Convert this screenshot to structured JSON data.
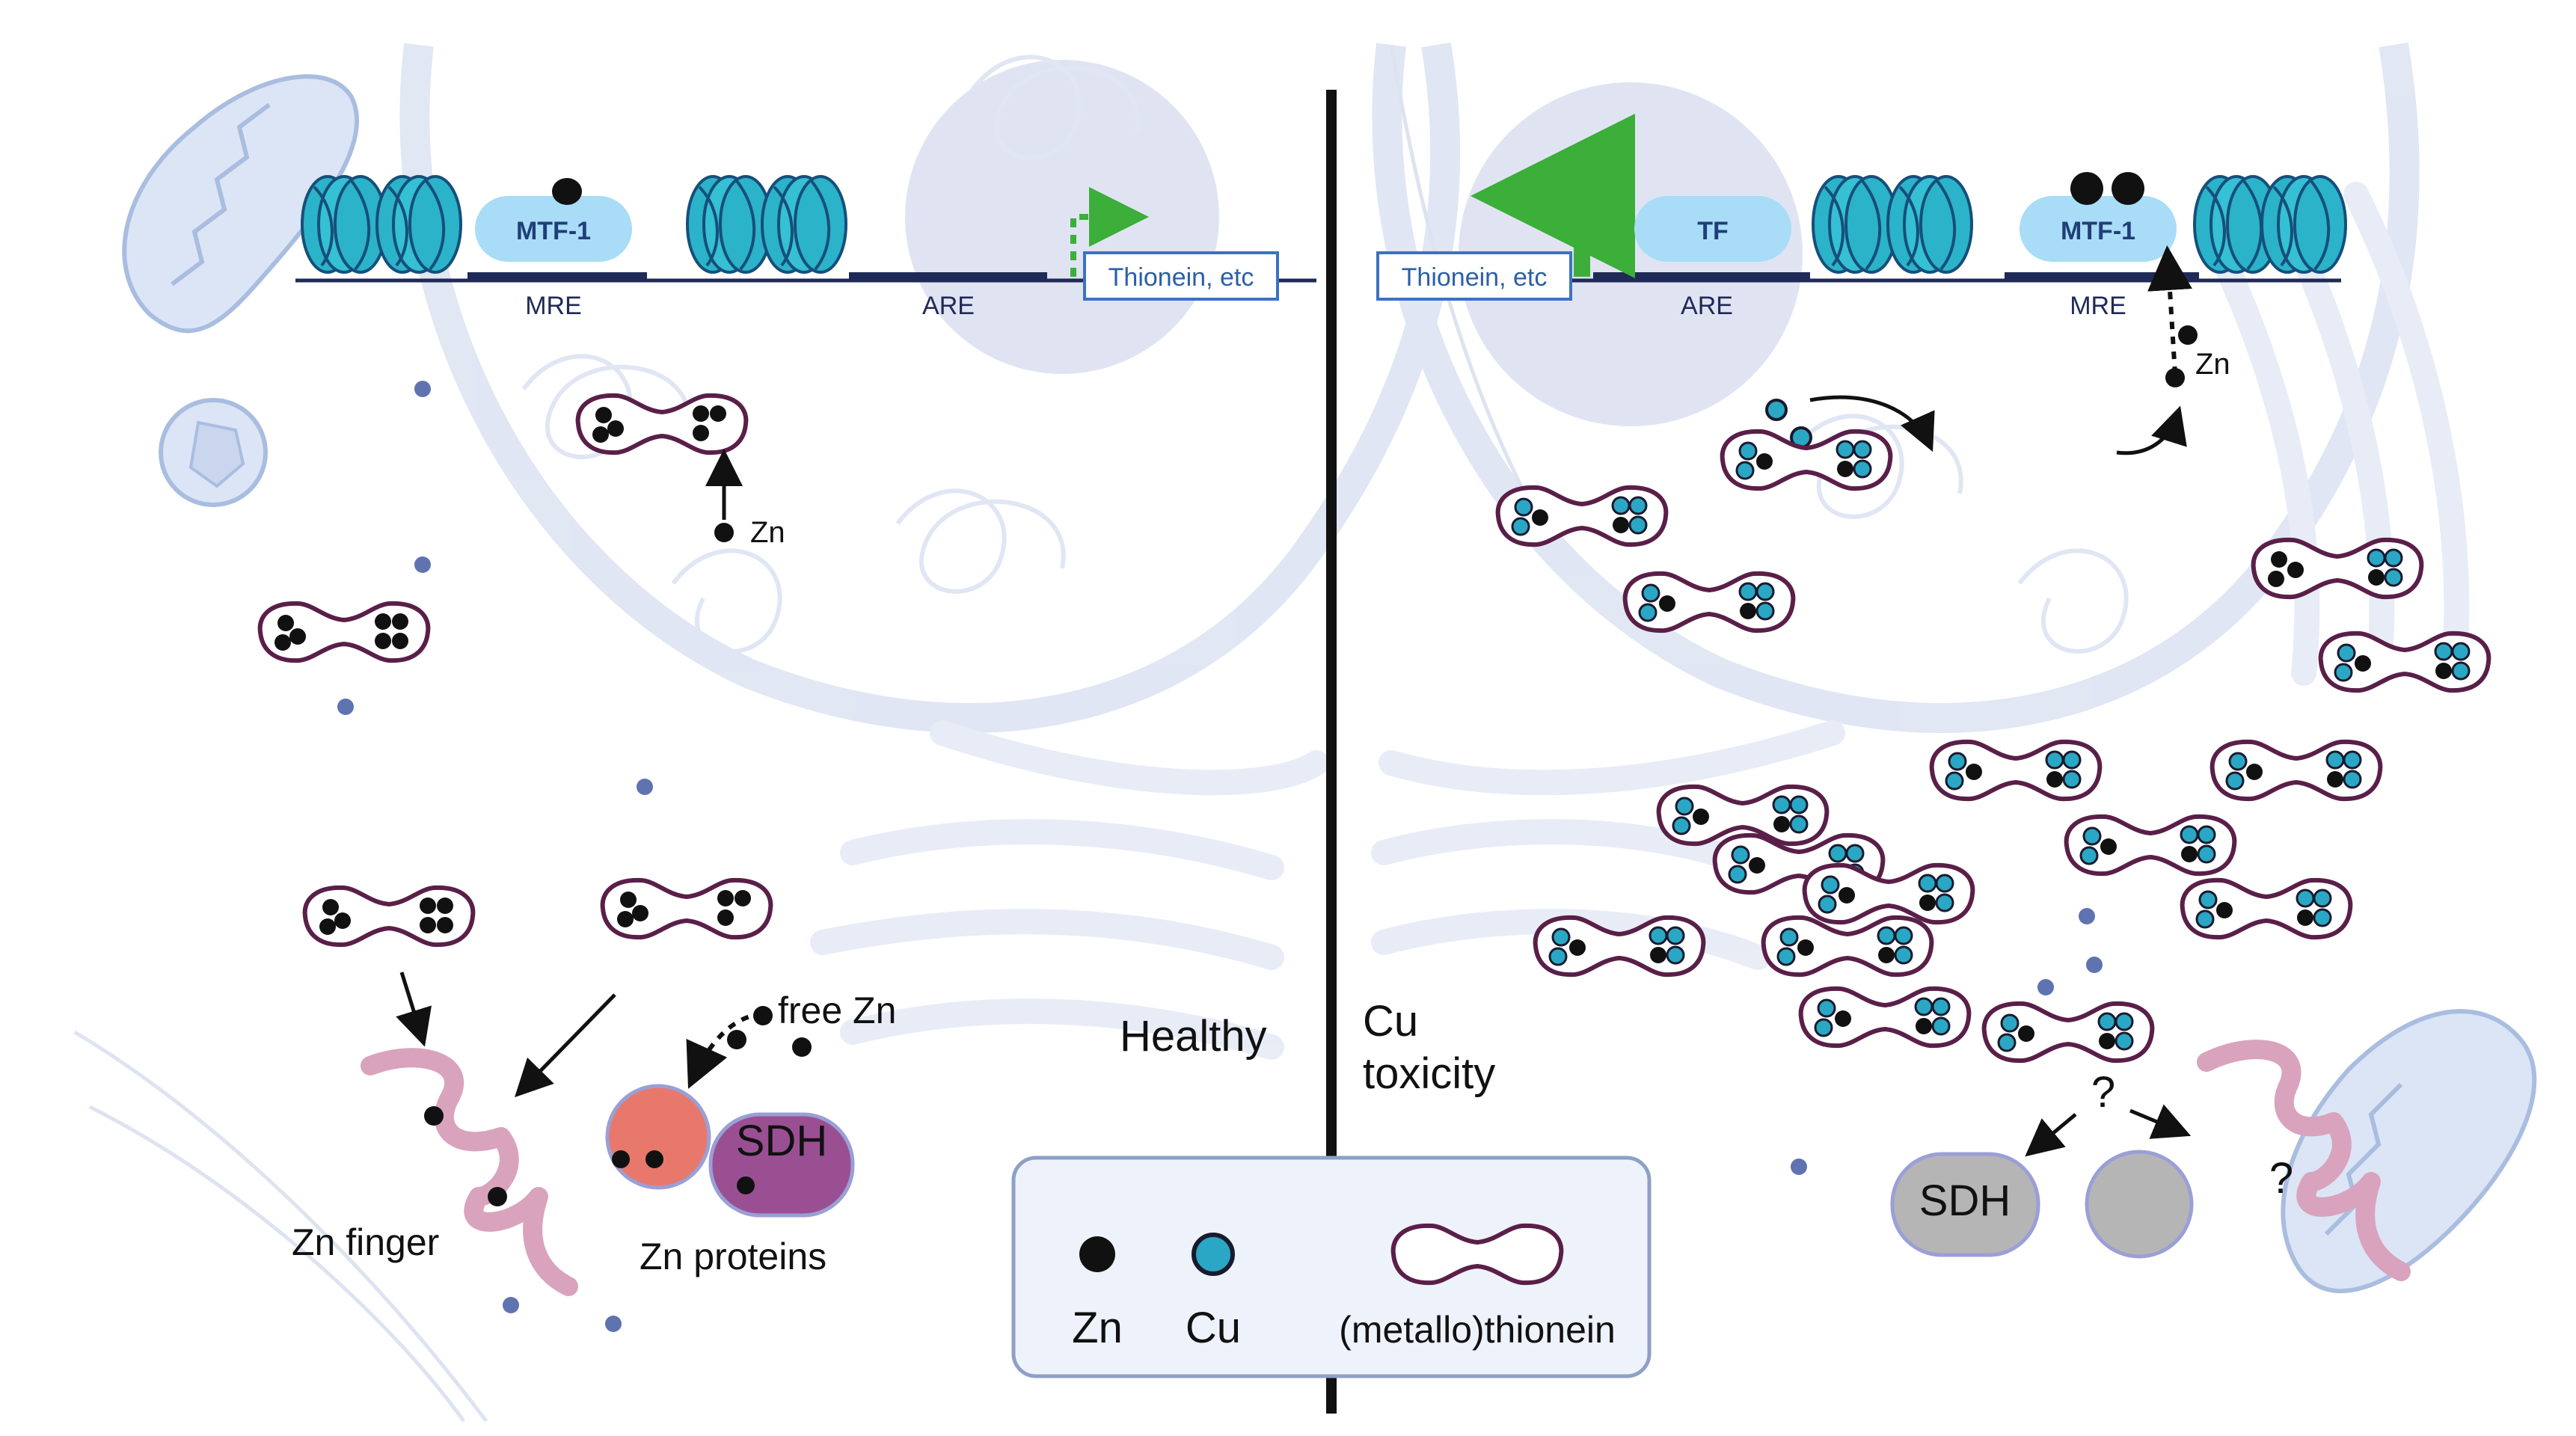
{
  "colors": {
    "zn": "#111111",
    "cu": "#2aa7c4",
    "thionein_outline": "#5a1f48",
    "nucleosome": "#2bb3c9",
    "background_structures": "#dfe6f3",
    "activation_arrow": "#3cae3a",
    "zn_finger": "#d9a3bd",
    "zn_protein_red": "#e8786c",
    "sdh_purple": "#9b4f93",
    "inactive_grey": "#b5b5b5"
  },
  "left": {
    "condition_label": "Healthy",
    "mtf1_label": "MTF-1",
    "mre_label": "MRE",
    "are_label": "ARE",
    "gene_box_label": "Thionein, etc",
    "zn_label": "Zn",
    "free_zn_label": "free Zn",
    "zn_finger_label": "Zn finger",
    "zn_proteins_label": "Zn proteins",
    "sdh_label": "SDH"
  },
  "right": {
    "condition_label_line1": "Cu",
    "condition_label_line2": "toxicity",
    "gene_box_label": "Thionein, etc",
    "tf_label": "TF",
    "are_label": "ARE",
    "mtf1_label": "MTF-1",
    "mre_label": "MRE",
    "zn_label": "Zn",
    "cu_label": "Cu",
    "sdh_label": "SDH",
    "question_mark_1": "?",
    "question_mark_2": "?"
  },
  "legend": {
    "zn_label": "Zn",
    "cu_label": "Cu",
    "thionein_label": "(metallo)thionein"
  }
}
